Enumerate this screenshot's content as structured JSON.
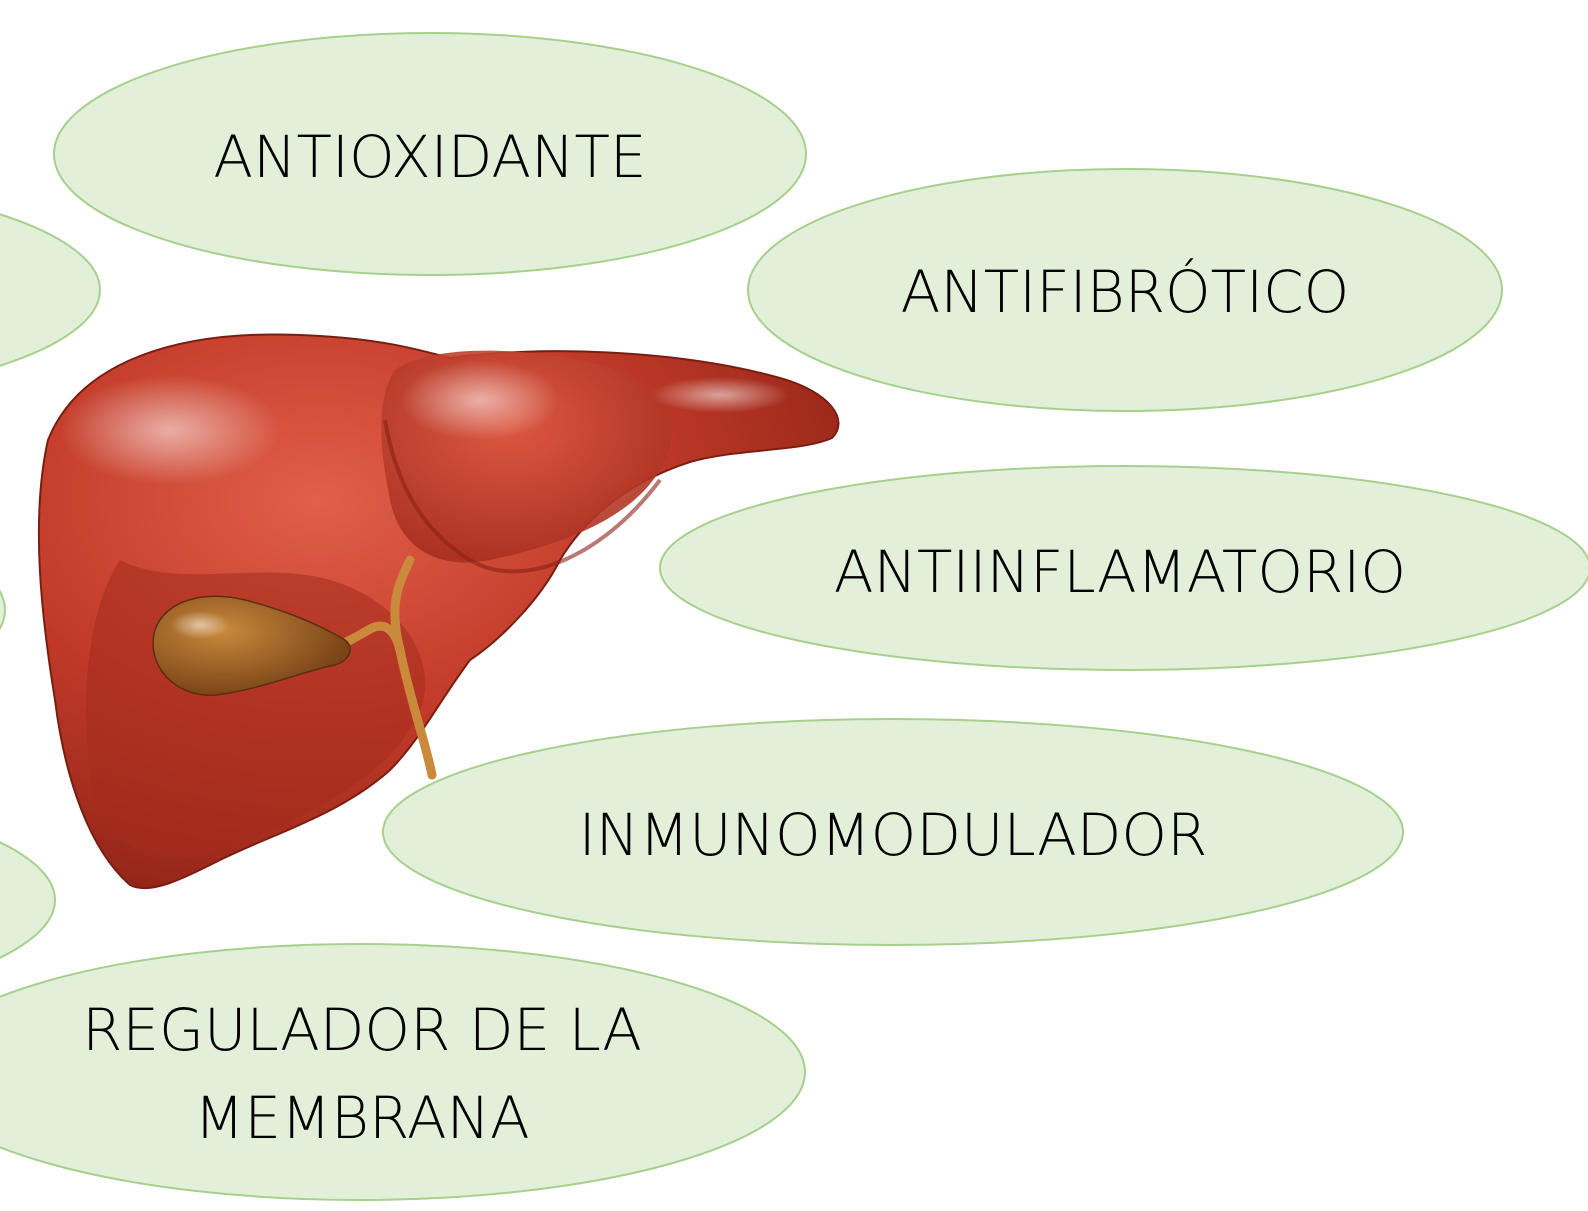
{
  "colors": {
    "bubble_fill": "#e2efd9",
    "bubble_stroke": "#a8d08d",
    "liver_base": "#c0392b",
    "liver_dark": "#8e2418",
    "liver_highlight": "#e8705a",
    "gallbladder": "#9c5a1f",
    "bile_duct": "#c98a3c"
  },
  "illustration": {
    "icon": "liver-icon"
  },
  "bubbles": {
    "antioxidante": "ANTIOXIDANTE",
    "antifibrotico": "ANTIFIBRÓTICO",
    "antiinflamatorio": "ANTIINFLAMATORIO",
    "inmunomodulador": "INMUNOMODULADOR",
    "regulador_line1": "REGULADOR DE LA",
    "regulador_line2": "MEMBRANA"
  }
}
